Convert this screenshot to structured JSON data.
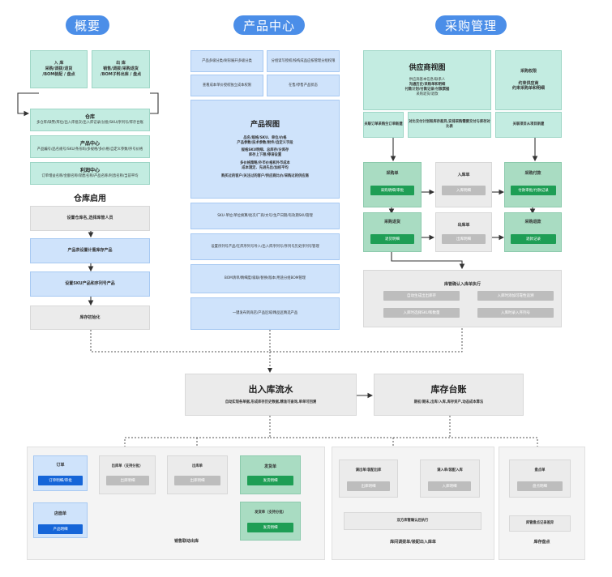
{
  "headers": {
    "overview": "概要",
    "product_center": "产品中心",
    "purchase": "采购管理"
  },
  "overview": {
    "inbound": {
      "title": "入 库",
      "l1": "采购/调拨/退货",
      "l2": "/BOM装配 / 盘点"
    },
    "outbound": {
      "title": "出 库",
      "l1": "销售/调拨/采购退货",
      "l2": "/BOM子料出库 / 盘点"
    },
    "warehouse": {
      "title": "仓库",
      "desc": "多仓库/缺警/库位/出入库批次/出入库记录/分批/SKU/序列号/库存台账"
    },
    "product": {
      "title": "产品中心",
      "desc": "产品编号/品名规号/SKU/条形码/多规格/多价格/自定义参数/序号价格"
    },
    "profit": {
      "title": "利润中心",
      "desc": "订单增益名称/金额名称/销售名称/产品名称/利息名称/当前平均"
    }
  },
  "warehouse_enable": {
    "title": "仓库启用",
    "steps": [
      "设置仓库名,选择库管人员",
      "产品表设置计重库存产品",
      "设置SKU产品和序列号产品",
      "库存初始化"
    ]
  },
  "product_center": {
    "top": [
      "产品多级分类/树形展开多级分类",
      "分组读写授权/按构成品应按管理分组权限",
      "查看成本单价授权独立成本权限",
      "在售/停售产品状态"
    ],
    "view": {
      "title": "产品视图",
      "lines": [
        "品名/规格/SKU、单位/价格",
        "产品参数/技术参数/附件/自定义字段",
        "规格SKU明细、总库存/分库存",
        "库存上下限/停滞设置",
        "多价格策略/外币价格和外币成本",
        "成本测定、先进先出/加权平均",
        "购买过的客户/关注过的客户/供应商比价/采购过的供应商"
      ]
    },
    "rows": [
      "SKU-单位/单位换算/批次/厂商/文号/生产日期/有效期SKU管理",
      "设置序列号产品/在库序列号导入/出入库序列号/序列号历史序列号管理",
      "BOM清单/精细度/级联/替换/版本/用途分组BOM管理",
      "一键发布到商店/产品区域/精品区精选产品"
    ]
  },
  "purchase": {
    "supplier_view": {
      "title": "供应商视图",
      "lines": [
        "供应商基本信息/联系人",
        "沟通历史/采购单和明细",
        "付款计划/付款记录/付款票据",
        "采购退货/退款"
      ]
    },
    "perm": {
      "title": "采购权限",
      "lines": [
        "约束供应商",
        "约束采购单和明细"
      ]
    },
    "mid": [
      "关联订单采购生订单新建",
      "对比交付计划和库存差异,安排采购需要交付与库存对比表",
      "关联项目从项目新建"
    ],
    "order": {
      "title": "采购单",
      "btn": "采购明细/审批"
    },
    "inbound": {
      "title": "入库单",
      "btn": "入库明细"
    },
    "payment": {
      "title": "采购付款",
      "btn": "付款审批/付款记录"
    },
    "return": {
      "title": "采购退货",
      "btn": "退货明细"
    },
    "outbound": {
      "title": "出库单",
      "btn": "出库明细"
    },
    "refund": {
      "title": "采购退款",
      "btn": "退款记录"
    },
    "manager": {
      "title": "库管确认入库单执行",
      "btns": [
        "自动生成出出库存",
        "入库时添加可靠性追溯",
        "入库时选择SKU和数量",
        "入库时录入序列号"
      ]
    }
  },
  "flow": {
    "io": {
      "title": "出入库流水",
      "desc": "自动实现各单据,形成库存历史数据,精准可查询,单单可回溯"
    },
    "ledger": {
      "title": "库存台账",
      "desc": "期初/期末,出库/入库,库存资产,动态成本算法"
    }
  },
  "sales": {
    "order": {
      "title": "订单",
      "btn": "订单明细/审批"
    },
    "store": {
      "title": "店面单",
      "btn": "产品明细"
    },
    "outb_batch": {
      "title": "出库单（支持分批）",
      "btn": "出库明细"
    },
    "outb": {
      "title": "出库单",
      "btn": "出库明细"
    },
    "ship": {
      "title": "发货单",
      "btn": "发货明细"
    },
    "ship_batch": {
      "title": "发货单（支持分批）",
      "btn": "发货明细"
    },
    "label": "销售联动出库"
  },
  "transfer": {
    "out": {
      "title": "调出单/装配出库",
      "btn": "出库明细"
    },
    "in": {
      "title": "调入单/装配入库",
      "btn": "入库明细"
    },
    "confirm": "双方库管确认后执行",
    "label": "库间调拨单/装配出入库单"
  },
  "stocktake": {
    "title": "盘点单",
    "btn": "盘点明细",
    "confirm": "库管盘点记录差异",
    "label": "库存盘点"
  }
}
